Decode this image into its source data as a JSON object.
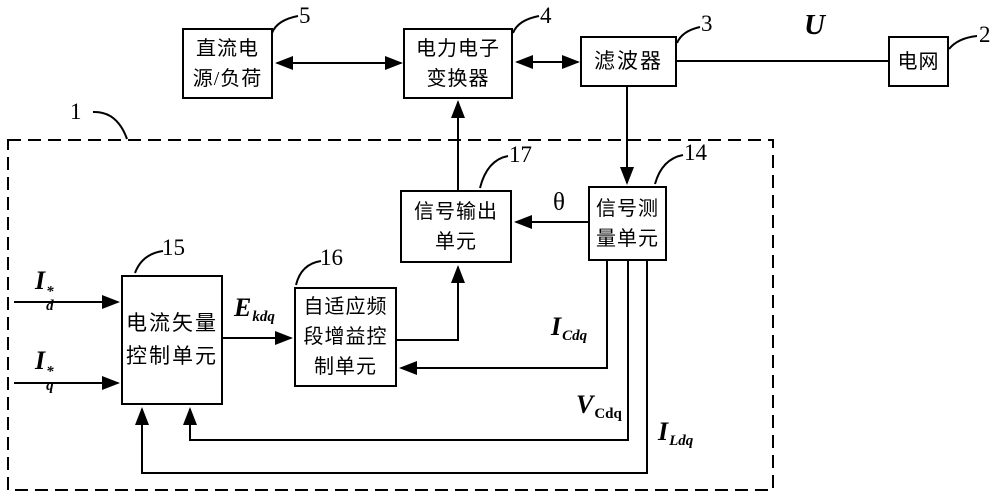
{
  "figure": {
    "bg_color": "#ffffff",
    "line_color": "#000000",
    "ref_labels": {
      "system": "1",
      "grid": "2",
      "filter": "3",
      "converter": "4",
      "dc_source": "5",
      "signal_measure": "14",
      "current_vector": "15",
      "adaptive_gain": "16",
      "signal_output": "17"
    }
  },
  "blocks": {
    "dc_source": {
      "lines": [
        "直流电",
        "源/负荷"
      ]
    },
    "converter": {
      "lines": [
        "电力电子",
        "变换器"
      ]
    },
    "filter": {
      "lines": [
        "滤波器"
      ]
    },
    "grid": {
      "lines": [
        "电网"
      ]
    },
    "signal_output": {
      "lines": [
        "信号输出",
        "单元"
      ]
    },
    "signal_measure": {
      "lines": [
        "信号测",
        "量单元"
      ]
    },
    "current_vector": {
      "lines": [
        "电流矢量",
        "控制单元"
      ]
    },
    "adaptive_gain": {
      "lines": [
        "自适应频",
        "段增益控",
        "制单元"
      ]
    }
  },
  "signals": {
    "grid_voltage": {
      "base": "U"
    },
    "theta": {
      "base": "θ"
    },
    "id_ref": {
      "base": "I",
      "sup": "*",
      "sub": "d"
    },
    "iq_ref": {
      "base": "I",
      "sup": "*",
      "sub": "q"
    },
    "e_kdq": {
      "base": "E",
      "sub": "kdq"
    },
    "i_cdq": {
      "base": "I",
      "sub": "Cdq"
    },
    "v_cdq": {
      "base": "V",
      "sub": "Cdq"
    },
    "i_ldq": {
      "base": "I",
      "sub": "Ldq"
    }
  }
}
